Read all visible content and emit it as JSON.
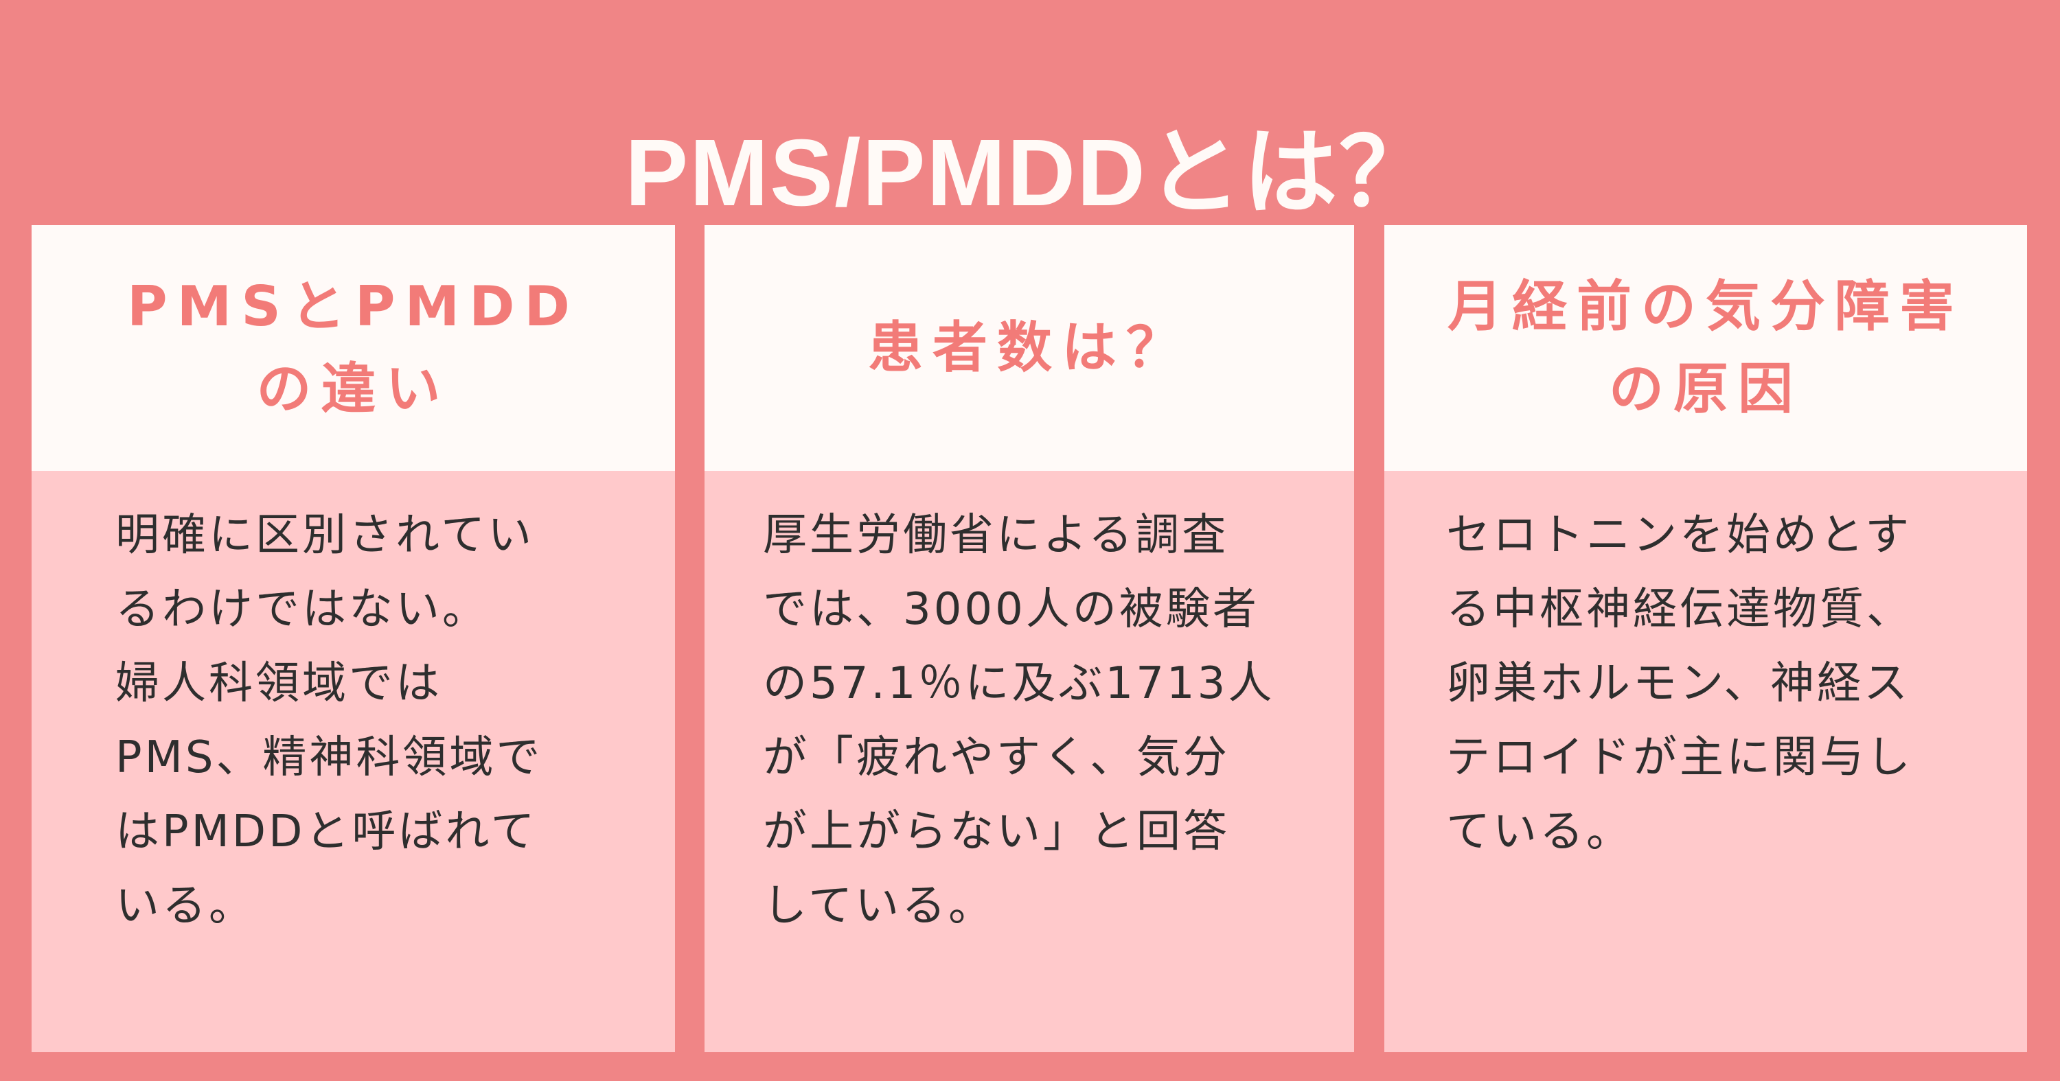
{
  "page": {
    "title": "PMS/PMDDとは？",
    "colors": {
      "background": "#f08586",
      "card_header_bg": "#fffaf8",
      "card_body_bg": "#ffc9cb",
      "heading_text": "#f27b78",
      "body_text": "#2e2e2e",
      "title_text": "#fffaf7"
    }
  },
  "cards": [
    {
      "heading": "PMSとPMDD\nの違い",
      "body": "明確に区別されてい\nるわけではない。\n婦人科領域では\nPMS、精神科領域で\nはPMDDと呼ばれて\nいる。"
    },
    {
      "heading": "患者数は？",
      "body": "厚生労働省による調査\nでは、3000人の被験者\nの57.1％に及ぶ1713人\nが「疲れやすく、気分\nが上がらない」と回答\nしている。"
    },
    {
      "heading": "月経前の気分障害\nの原因",
      "body": "セロトニンを始めとす\nる中枢神経伝達物質、\n卵巣ホルモン、神経ス\nテロイドが主に関与し\nている。"
    }
  ]
}
